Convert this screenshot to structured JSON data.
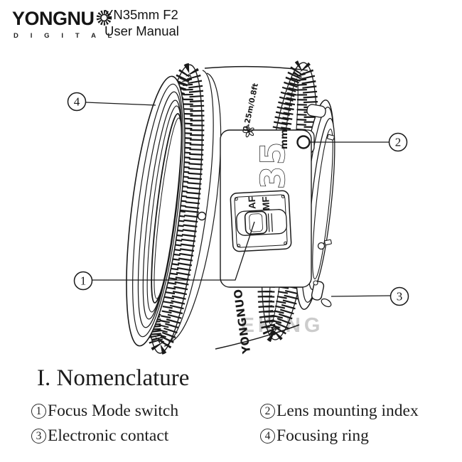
{
  "header": {
    "logo_text": "YONGNU",
    "logo_sub": "D I G I T A L",
    "product": "YN35mm F2",
    "doc_title": "User Manual"
  },
  "icons": {
    "logo_gear": "gear-icon",
    "macro_flower": "flower-icon"
  },
  "lens": {
    "focal": "35",
    "focal_unit": "mm",
    "min_focus": "0.25m/0.8ft",
    "af_label": "AF",
    "mf_label": "MF",
    "barrel_brand": "YONGNUO"
  },
  "watermark": "EKING",
  "callouts": {
    "c1": "1",
    "c2": "2",
    "c3": "3",
    "c4": "4"
  },
  "section": {
    "heading": "I. Nomenclature"
  },
  "legend": {
    "items": [
      {
        "num": "1",
        "label": "Focus Mode switch"
      },
      {
        "num": "2",
        "label": "Lens mounting index"
      },
      {
        "num": "3",
        "label": "Electronic contact"
      },
      {
        "num": "4",
        "label": "Focusing ring"
      }
    ]
  }
}
